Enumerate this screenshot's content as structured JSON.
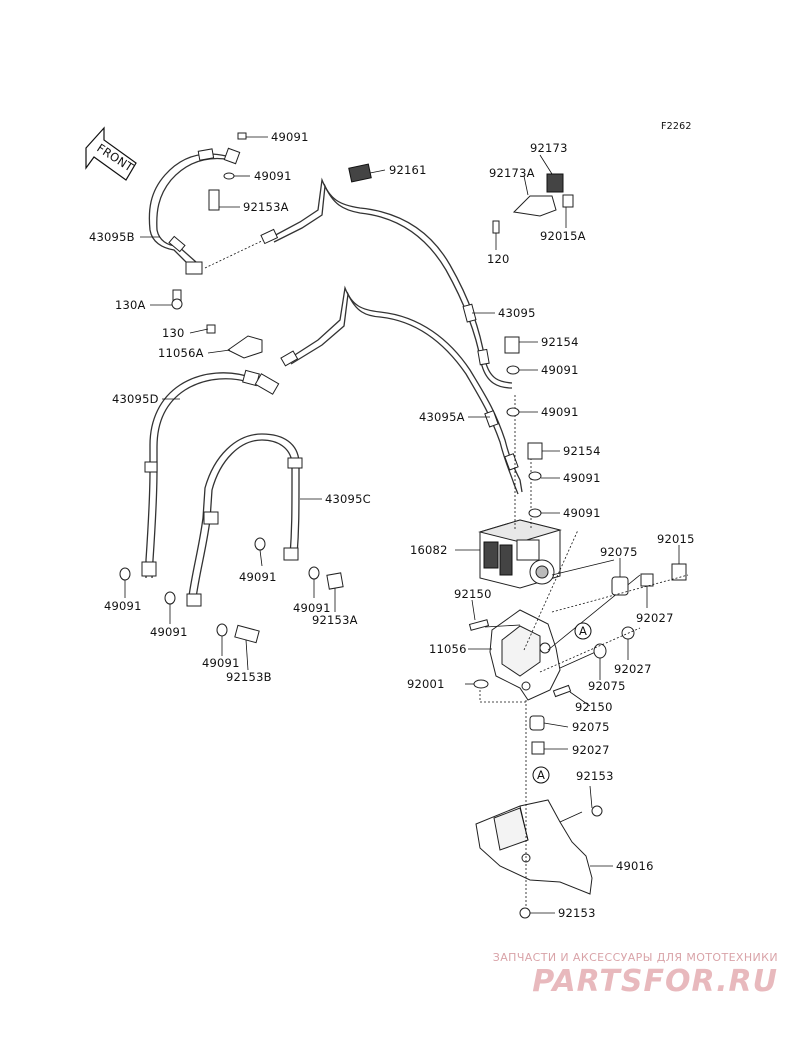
{
  "figure_ref": "F2262",
  "front_label": "FRONT",
  "callout_marker": "A",
  "labels": {
    "p49091_top": "49091",
    "p49091_b": "49091",
    "p92153A_top": "92153A",
    "p43095B": "43095B",
    "p130A": "130A",
    "p92161": "92161",
    "p92173": "92173",
    "p92173A": "92173A",
    "p92015A": "92015A",
    "p120": "120",
    "p43095": "43095",
    "p130": "130",
    "p11056A": "11056A",
    "p92154_1": "92154",
    "p49091_c": "49091",
    "p43095D": "43095D",
    "p43095A": "43095A",
    "p49091_d": "49091",
    "p92154_2": "92154",
    "p49091_e": "49091",
    "p49091_f": "49091",
    "p43095C": "43095C",
    "p16082": "16082",
    "p92015": "92015",
    "p92075_1": "92075",
    "p49091_g": "49091",
    "p49091_h": "49091",
    "p92153A_b": "92153A",
    "p92150_1": "92150",
    "p92027_1": "92027",
    "p49091_i": "49091",
    "p49091_j": "49091",
    "p11056": "11056",
    "p92027_2": "92027",
    "p92153B": "92153B",
    "p92001": "92001",
    "p92075_2": "92075",
    "p92150_2": "92150",
    "p92075_3": "92075",
    "p92027_3": "92027",
    "p92153_1": "92153",
    "p49016": "49016",
    "p92153_2": "92153"
  },
  "watermark": {
    "tagline": "ЗАПЧАСТИ И АКСЕССУАРЫ ДЛЯ МОТОТЕХНИКИ",
    "logo": "PARTSFOR.RU"
  }
}
